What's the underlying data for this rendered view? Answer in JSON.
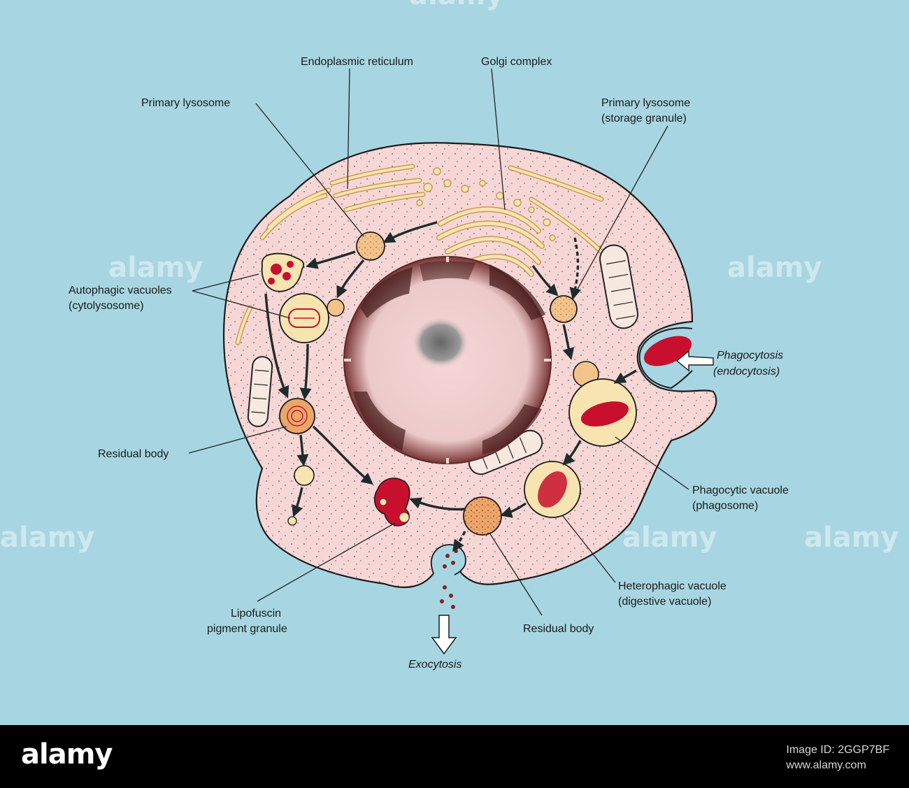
{
  "labels": {
    "endoplasmic_reticulum": "Endoplasmic reticulum",
    "golgi_complex": "Golgi complex",
    "primary_lysosome_left": "Primary lysosome",
    "primary_lysosome_right_1": "Primary lysosome",
    "primary_lysosome_right_2": "(storage granule)",
    "autophagic_1": "Autophagic vacuoles",
    "autophagic_2": "(cytolysosome)",
    "phagocytosis_1": "Phagocytosis",
    "phagocytosis_2": "(endocytosis)",
    "residual_body_left": "Residual body",
    "phagocytic_1": "Phagocytic vacuole",
    "phagocytic_2": "(phagosome)",
    "heterophagic_1": "Heterophagic vacuole",
    "heterophagic_2": "(digestive vacuole)",
    "lipofuscin_1": "Lipofuscin",
    "lipofuscin_2": "pigment granule",
    "residual_body_bottom": "Residual body",
    "exocytosis": "Exocytosis"
  },
  "watermark": {
    "text": "alamy"
  },
  "footer": {
    "brand": "alamy",
    "image_id_line": "Image ID: 2GGP7BF",
    "url": "www.alamy.com"
  },
  "colors": {
    "background": "#a7d6e2",
    "cytoplasm": "#f7d6d6",
    "organelle_yellow": "#f8e4b0",
    "lysosome_red": "#c8102e",
    "chromatin": "#4a2020",
    "footer": "#000000"
  }
}
